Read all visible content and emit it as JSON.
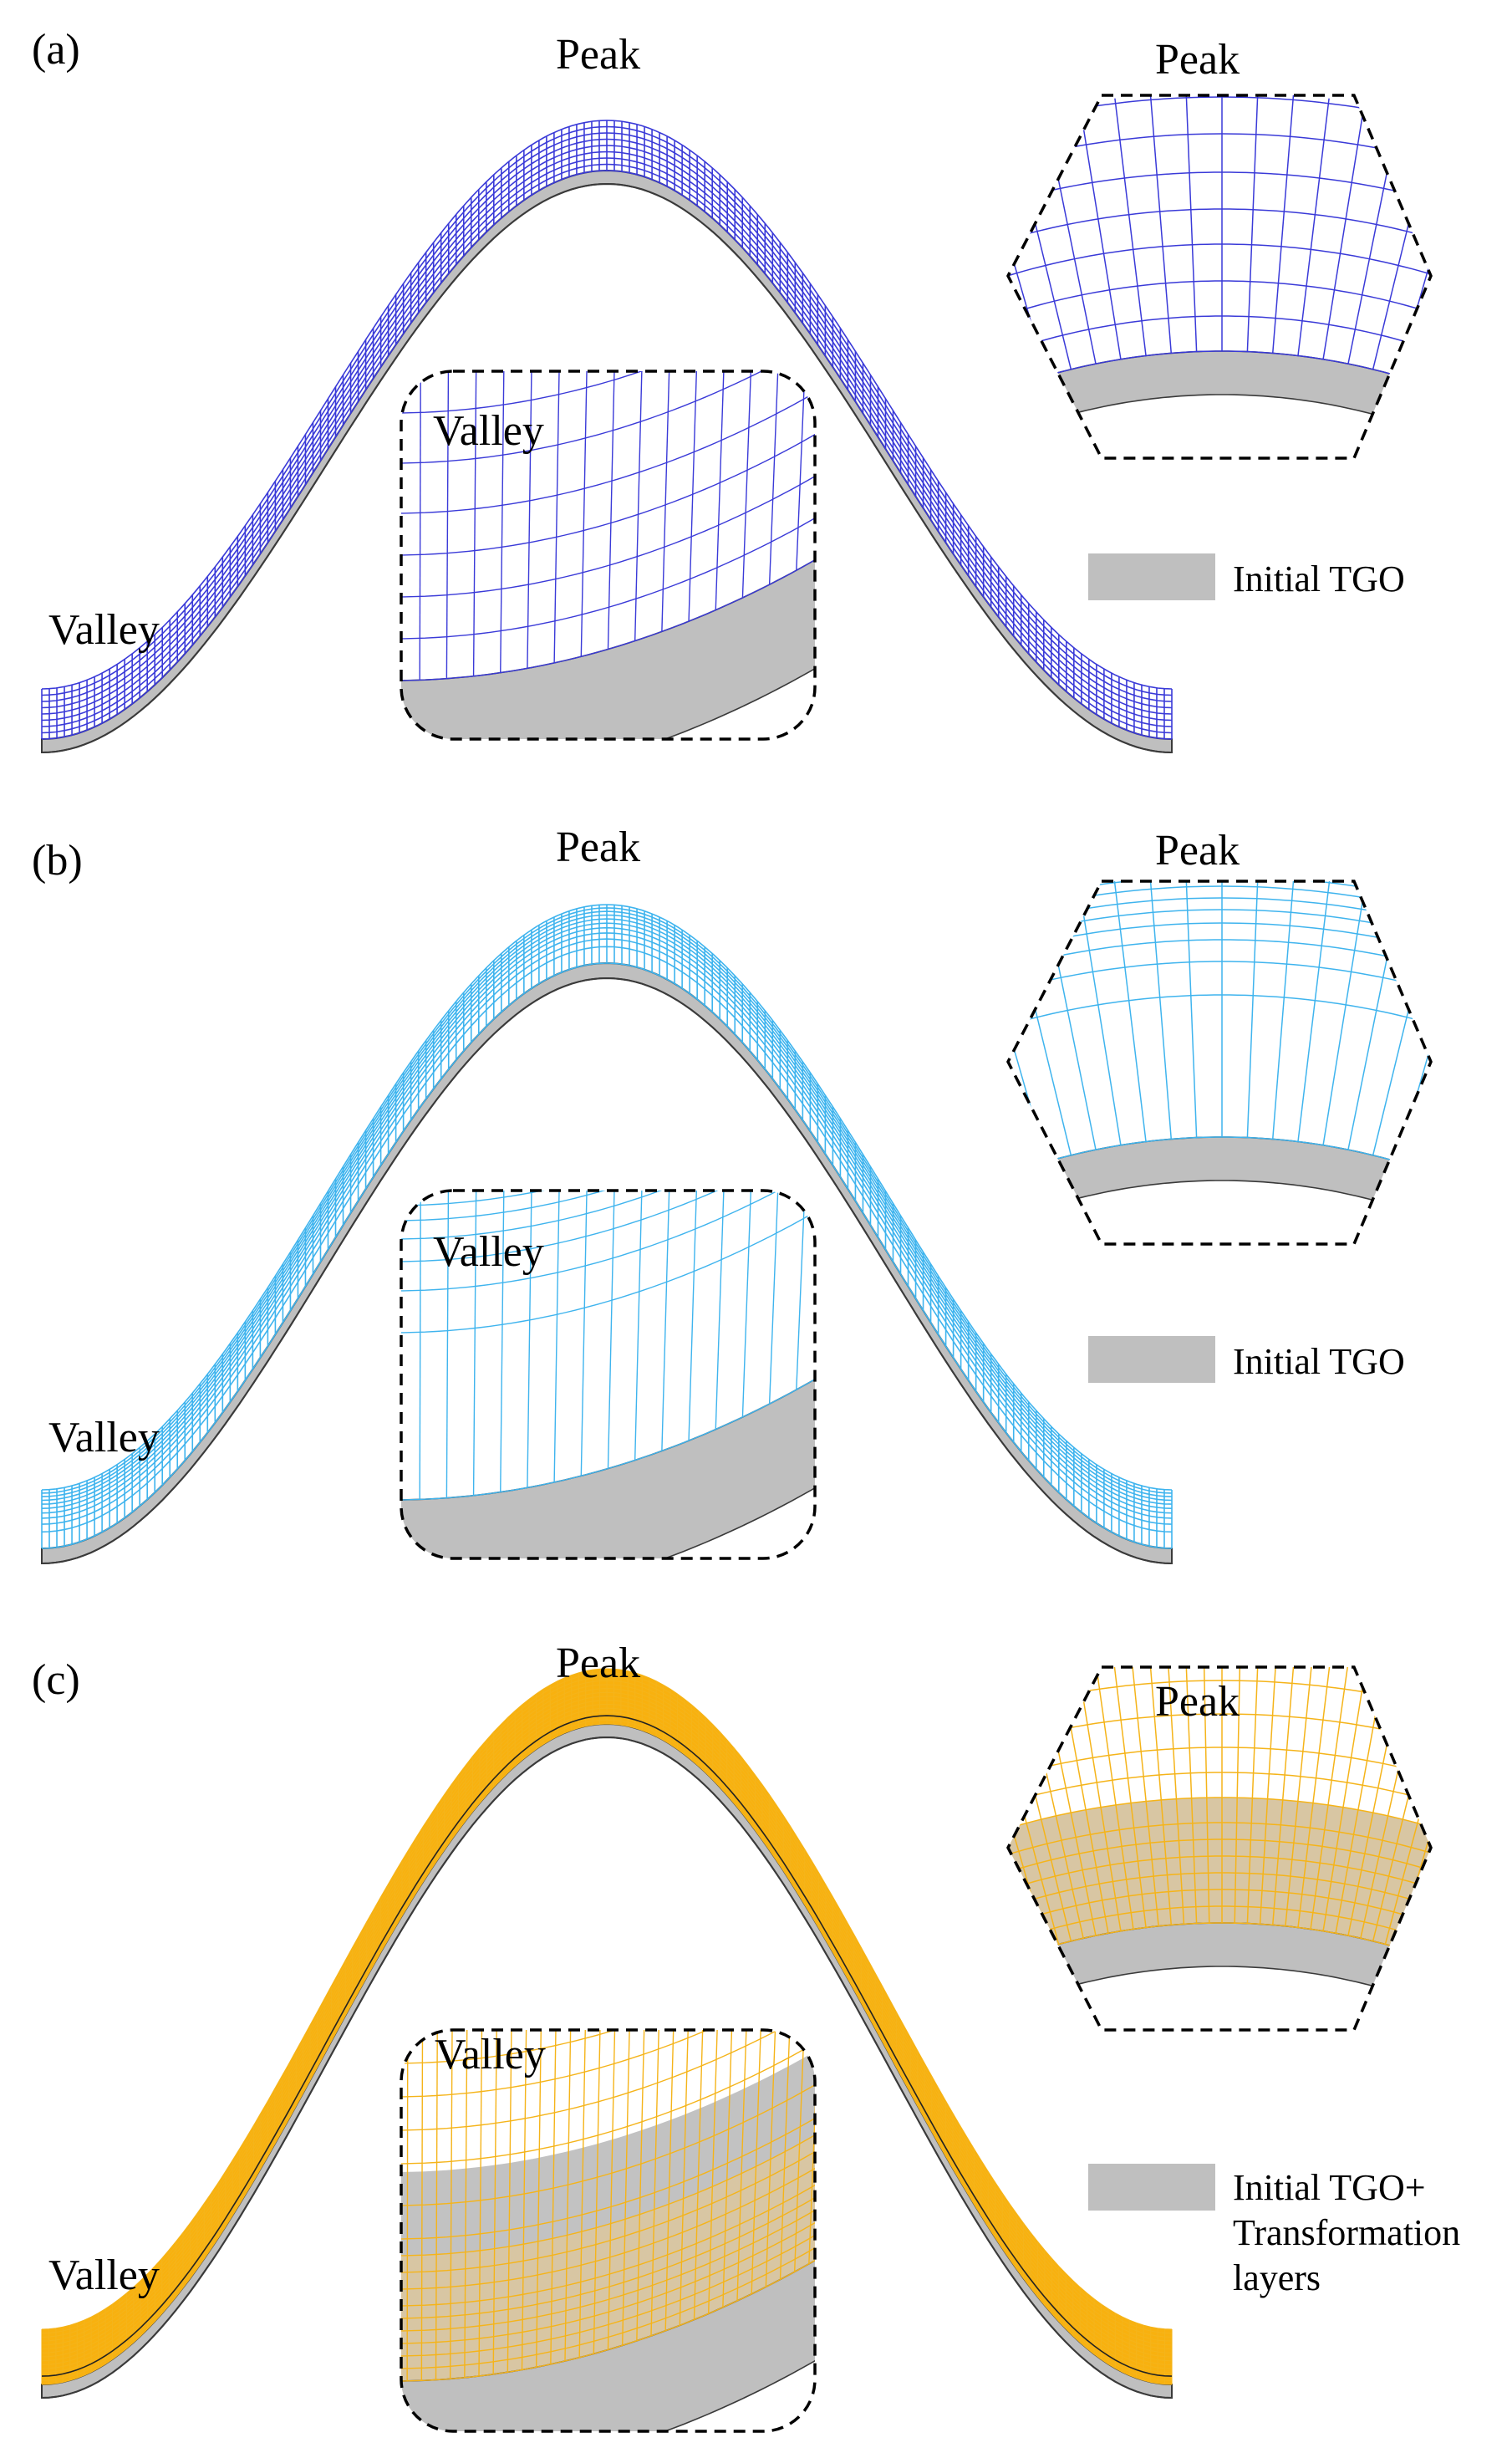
{
  "panels": [
    {
      "id": "a",
      "tag": "(a)",
      "peak_label": "Peak",
      "valley_label": "Valley",
      "inset_peak_label": "Peak",
      "inset_valley_label": "Valley",
      "legend_lines": [
        "Initial TGO"
      ],
      "mesh_color": "#3a3ad8",
      "mesh_style": "uniform-coarse"
    },
    {
      "id": "b",
      "tag": "(b)",
      "peak_label": "Peak",
      "valley_label": "Valley",
      "inset_peak_label": "Peak",
      "inset_valley_label": "Valley",
      "legend_lines": [
        "Initial TGO"
      ],
      "mesh_color": "#3fb4ee",
      "mesh_style": "graded"
    },
    {
      "id": "c",
      "tag": "(c)",
      "peak_label": "Peak",
      "valley_label": "Valley",
      "inset_peak_label": "Peak",
      "inset_valley_label": "Valley",
      "legend_lines": [
        "Initial TGO+",
        "Transformation",
        "layers"
      ],
      "mesh_color": "#f5b41a",
      "mesh_style": "transformation-layers"
    }
  ],
  "colors": {
    "tgo_fill": "#bfbfbf",
    "outline": "#3a3a3a",
    "dashed_border": "#000000",
    "band_fill_c": "#f8b10f",
    "inset_tint_c": "#d8c6a3"
  }
}
